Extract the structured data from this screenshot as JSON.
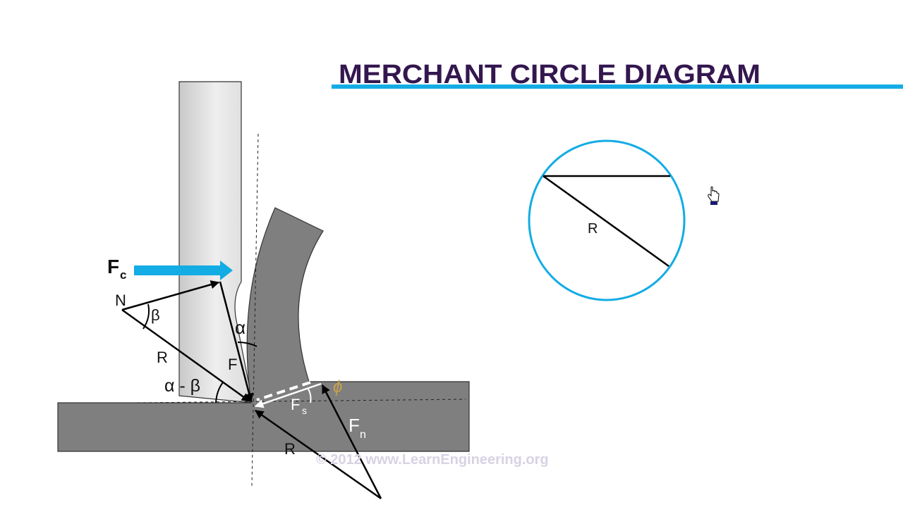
{
  "title": "MERCHANT CIRCLE DIAGRAM",
  "colors": {
    "title": "#34174f",
    "accent": "#13ace4",
    "tool": "#e0e0e0",
    "workpiece": "#7f7f7f"
  },
  "labels": {
    "fc": "F",
    "fc_sub": "c",
    "n": "N",
    "beta": "β",
    "r_left": "R",
    "alpha": "α",
    "f": "F",
    "alpha_minus_beta": "α - β",
    "fs": "F",
    "fs_sub": "s",
    "phi": "ϕ",
    "fn": "F",
    "fn_sub": "n",
    "r_bottom": "R"
  },
  "circle": {
    "r_label": "R"
  },
  "watermark": "© 2012 www.LearnEngineering.org",
  "cursor": "hand-pointer-icon"
}
